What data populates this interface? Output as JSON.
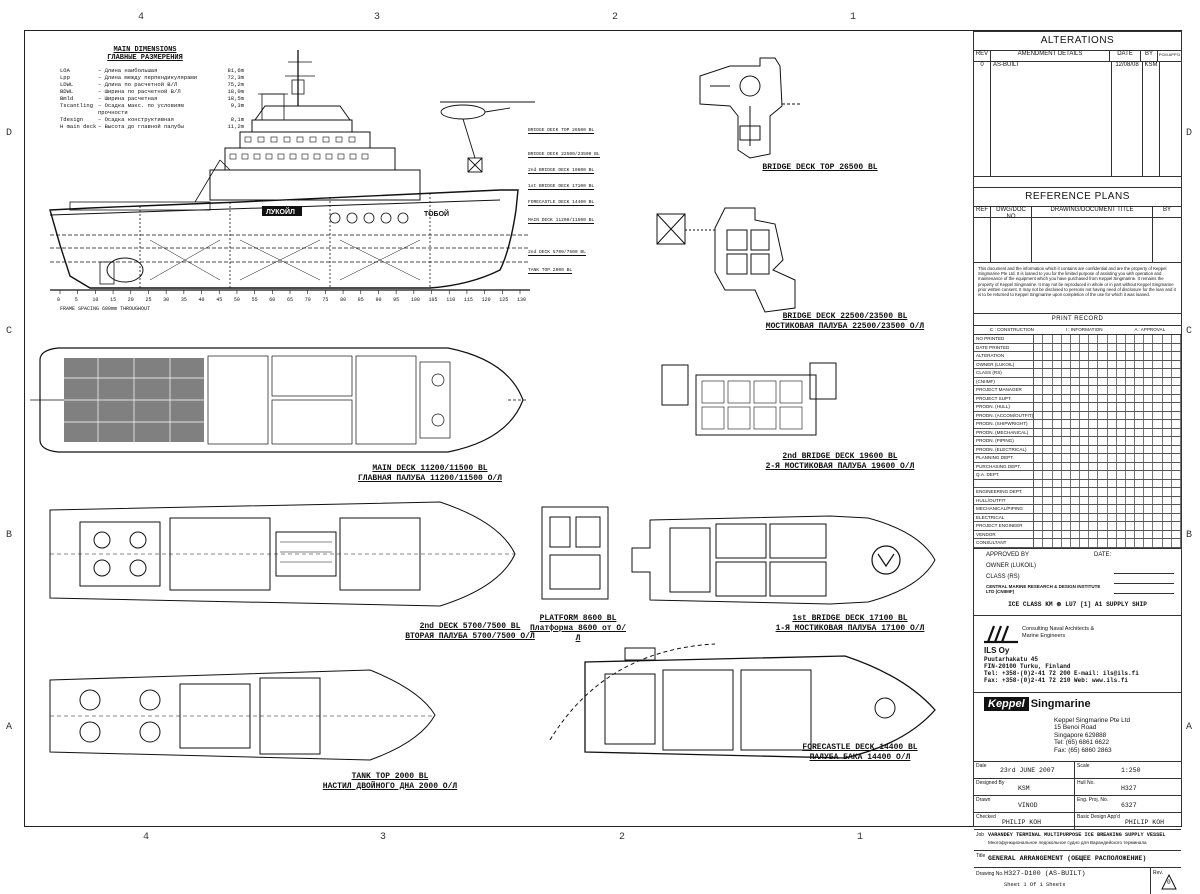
{
  "zones": {
    "top": [
      "4",
      "3",
      "2",
      "1"
    ],
    "bottom": [
      "4",
      "3",
      "2",
      "1"
    ],
    "left": [
      "D",
      "C",
      "B",
      "A"
    ],
    "right": [
      "D",
      "C",
      "B",
      "A"
    ]
  },
  "main_dimensions": {
    "title": "MAIN DIMENSIONS",
    "title_ru": "ГЛАВНЫЕ РАЗМЕРЕНИЯ",
    "rows": [
      {
        "sym": "LOA",
        "desc": "– Длина наибольшая",
        "val": "81,6m"
      },
      {
        "sym": "Lpp",
        "desc": "– Длина между перпендикулярами",
        "val": "72,3m"
      },
      {
        "sym": "LDWL",
        "desc": "– Длина по расчетной В/Л",
        "val": "75,2m"
      },
      {
        "sym": "BDWL",
        "desc": "– Ширина по расчетной В/Л",
        "val": "18,0m"
      },
      {
        "sym": "Bmld",
        "desc": "– Ширина расчетная",
        "val": "18,5m"
      },
      {
        "sym": "Tscantling",
        "desc": "– Осадка макс. по условиям прочности",
        "val": "9,3m"
      },
      {
        "sym": "Tdesign",
        "desc": "– Осадка конструктивная",
        "val": "8,1m"
      },
      {
        "sym": "H main deck",
        "desc": "– Высота до главной палубы",
        "val": "11,2m"
      }
    ]
  },
  "profile": {
    "hull_name": "ТОБОЙ",
    "company_mark": "ЛУКОЙЛ",
    "frame_note": "FRAME SPACING 600mm THROUGHOUT",
    "frame_numbers": [
      "0",
      "5",
      "10",
      "15",
      "20",
      "25",
      "30",
      "35",
      "40",
      "45",
      "50",
      "55",
      "60",
      "65",
      "70",
      "75",
      "80",
      "85",
      "90",
      "95",
      "100",
      "105",
      "110",
      "115",
      "120",
      "125",
      "130"
    ],
    "deck_level_labels": [
      "BRIDGE DECK TOP 26500 BL",
      "BRIDGE DECK 22500/23500 BL",
      "2nd BRIDGE DECK 19600 BL",
      "1st BRIDGE DECK 17100 BL",
      "FORECASTLE DECK 14400 BL",
      "MAIN DECK 11200/11500 BL",
      "2nd DECK 5700/7500 BL",
      "TANK TOP 2000 BL"
    ]
  },
  "captions": {
    "bridge_top": [
      "BRIDGE DECK TOP 26500 BL"
    ],
    "bridge_deck": [
      "BRIDGE DECK 22500/23500 BL",
      "МОСТИКОВАЯ ПАЛУБА 22500/23500 О/Л"
    ],
    "second_bridge": [
      "2nd BRIDGE DECK 19600 BL",
      "2-Я МОСТИКОВАЯ ПАЛУБА 19600 О/Л"
    ],
    "first_bridge": [
      "1st BRIDGE DECK 17100 BL",
      "1-Я МОСТИКОВАЯ ПАЛУБА 17100 О/Л"
    ],
    "main_deck": [
      "MAIN DECK 11200/11500 BL",
      "ГЛАВНАЯ ПАЛУБА 11200/11500 О/Л"
    ],
    "second_deck": [
      "2nd DECK 5700/7500 BL",
      "ВТОРАЯ ПАЛУБА 5700/7500 О/Л"
    ],
    "platform": [
      "PLATFORM 8600 BL",
      "Платформа 8600 от О/Л"
    ],
    "tank_top": [
      "TANK TOP 2000 BL",
      "НАСТИЛ ДВОЙНОГО ДНА 2000 О/Л"
    ],
    "forecastle": [
      "FORECASTLE DECK 14400 BL",
      "ПАЛУБА БАКА 14400 О/Л"
    ]
  },
  "title_block": {
    "alterations": {
      "title": "ALTERATIONS",
      "headers": [
        "REV",
        "AMENDMENT DETAILS",
        "DATE",
        "BY",
        "PCM APP'D"
      ],
      "rows": [
        {
          "rev": "0",
          "details": "AS-BUILT",
          "date": "12/08/08",
          "by": "KSM"
        }
      ]
    },
    "reference_plans": {
      "title": "REFERENCE PLANS",
      "headers": [
        "REF",
        "DWG/DOC NO",
        "DRAWING/DOCUMENT TITLE",
        "BY"
      ]
    },
    "confidential": "This document and the information which it contains are confidential and are the property of Keppel Singmarine Pte Ltd. It is loaned to you for the limited purpose of assisting you with operation and maintenance of the equipment which you have purchased from Keppel Singmarine. It remains the property of Keppel Singmarine. It may not be reproduced in whole or in part without Keppel Singmarine prior written consent. It may not be disclosed to persons not having need of disclosure for the loan and it is to be returned to Keppel Singmarine upon completion of the use for which it was loaned.",
    "print_record": {
      "title": "PRINT RECORD",
      "legend": [
        "C : CONSTRUCTION",
        "I : INFORMATION",
        "A : APPROVAL"
      ],
      "rows": [
        "NO PRINTED",
        "DATE PRINTED",
        "ALTERATION",
        "OWNER (LUKOIL)",
        "CLASS (RS)",
        "(CNIIMF)",
        "PROJECT MANAGER",
        "PROJECT SUPT.",
        "PRODN. (HULL)",
        "PRODN. (ACCOM/OUTFIT)",
        "PRODN. (SHIPWRIGHT)",
        "PRODN. (MECHANICAL)",
        "PRODN. (PIPING)",
        "PRODN. (ELECTRICAL)",
        "PLANNING DEPT.",
        "PURCHASING DEPT.",
        "Q.A. DEPT.",
        "",
        "ENGINEERING DEPT.",
        "HULL/OUTFIT",
        "MECHANICAL/PIPING",
        "ELECTRICAL",
        "PROJECT ENGINEER",
        "VENDOR",
        "CONSULTANT"
      ]
    },
    "approved": {
      "title": "APPROVED BY",
      "date_label": "DATE:",
      "lines": [
        "OWNER (LUKOIL)",
        "CLASS (RS)",
        "CENTRAL MARINE RESEARCH & DESIGN INSTITUTE LTD (CNIIMF)"
      ]
    },
    "ice_class": "ICE CLASS KM ⊛ LU7 [1] A1 SUPPLY SHIP",
    "consultant": {
      "tagline": [
        "Consulting Naval Architects &",
        "Marine Engineers"
      ],
      "name": "ILS Oy",
      "address": [
        "Puutarhakatu 45",
        "FIN-20100 Turku, Finland"
      ],
      "tel": "Tel: +358-(0)2-41 72 200 E-mail: ils@ils.fi",
      "fax": "Fax: +358-(0)2-41 72 210 Web: www.ils.fi"
    },
    "builder": {
      "logo_left": "Keppel",
      "logo_right": "Singmarine",
      "name": "Keppel Singmarine Pte Ltd",
      "address": [
        "15 Benoi Road",
        "Singapore 629888"
      ],
      "tel": "Tel: (65) 6861 6622",
      "fax": "Fax: (65) 6860 2863"
    },
    "fields": {
      "date_label": "Date",
      "date": "23rd JUNE 2007",
      "scale_label": "Scale",
      "scale": "1:250",
      "designed_label": "Designed By",
      "designed": "KSM",
      "hull_label": "Hull No.",
      "hull": "H327",
      "drawn_label": "Drawn",
      "drawn": "VINOD",
      "eng_label": "Eng. Proj. No.",
      "eng": "6327",
      "checked_label": "Checked",
      "checked": "PHILIP KOH",
      "basic_label": "Basic Design App'd",
      "basic": "PHILIP KOH",
      "job_label": "Job",
      "job": "VARANDEY TERMINAL MULTIPURPOSE ICE BREAKING SUPPLY VESSEL",
      "job_ru": "Многофункциональное ледокольное судно для Варандейского терминала",
      "title_label": "Title",
      "title": "GENERAL ARRANGEMENT (ОБЩЕЕ РАСПОЛОЖЕНИЕ)",
      "drawing_label": "Drawing No.",
      "drawing": "H327-D100 (AS-BUILT)",
      "rev_label": "Rev.",
      "rev": "0",
      "sheet": "Sheet 1 Of 1 Sheets"
    }
  }
}
